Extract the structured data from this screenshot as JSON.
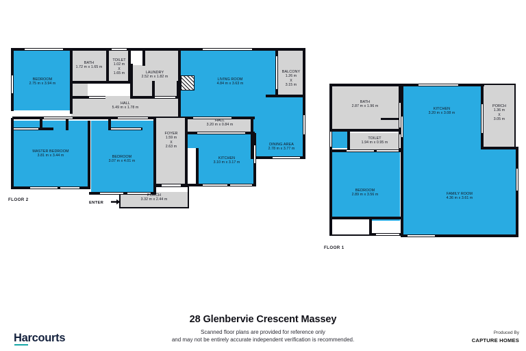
{
  "document": {
    "title": "28 Glenbervie Crescent Massey",
    "disclaimer_line1": "Scanned floor plans are provided for reference only",
    "disclaimer_line2": "and may not be entirely accurate independent verification is recommended."
  },
  "branding": {
    "agency": "Harcourts",
    "produced_by_label": "Produced By",
    "producer": "CAPTURE HOMES",
    "agency_color": "#14213d",
    "agency_accent_color": "#16a6a6"
  },
  "legend": {
    "living_area_color": "#29abe2",
    "service_area_color": "#d4d4d4",
    "wall_color": "#0d0d14"
  },
  "floors": [
    {
      "id": "floor-2",
      "tag": "FLOOR 2",
      "entrance_label": "ENTER",
      "entrance_arrow": "➡",
      "rooms": [
        {
          "name": "BEDROOM",
          "dim": "2.75 m x 3.94 m",
          "type": "living"
        },
        {
          "name": "BATH",
          "dim": "1.72 m x 1.65 m",
          "type": "service"
        },
        {
          "name": "TOILET",
          "dim_w": "1.02 m",
          "dim_sep": "X",
          "dim_h": "1.65 m",
          "type": "service"
        },
        {
          "name": "LAUNDRY",
          "dim": "2.52 m x 1.82 m",
          "type": "service"
        },
        {
          "name": "LIVING ROOM",
          "dim": "4.84 m x 3.63 m",
          "type": "living"
        },
        {
          "name": "BALCONY",
          "dim_w": "1.26 m",
          "dim_sep": "X",
          "dim_h": "3.15 m",
          "type": "service"
        },
        {
          "name": "HALL",
          "dim": "5.49 m x 1.78 m",
          "type": "service"
        },
        {
          "name": "HALL",
          "dim": "3.20 m x 0.84 m",
          "type": "service"
        },
        {
          "name": "MASTER BEDROOM",
          "dim": "3.81 m x 3.44 m",
          "type": "living"
        },
        {
          "name": "BEDROOM",
          "dim": "3.07 m x 4.01 m",
          "type": "living"
        },
        {
          "name": "FOYER",
          "dim_w": "1.59 m",
          "dim_sep": "X",
          "dim_h": "2.63 m",
          "type": "service"
        },
        {
          "name": "KITCHEN",
          "dim": "3.10 m x 3.17 m",
          "type": "living"
        },
        {
          "name": "DINING AREA",
          "dim": "2.78 m x 3.77 m",
          "type": "living"
        },
        {
          "name": "PORCH",
          "dim": "3.32 m x 2.44 m",
          "type": "service"
        }
      ]
    },
    {
      "id": "floor-1",
      "tag": "FLOOR 1",
      "rooms": [
        {
          "name": "BATH",
          "dim": "2.87 m x 1.96 m",
          "type": "service"
        },
        {
          "name": "TOILET",
          "dim": "1.94 m x 0.95 m",
          "type": "service"
        },
        {
          "name": "KITCHEN",
          "dim": "3.20 m x 3.08 m",
          "type": "living"
        },
        {
          "name": "PORCH",
          "dim_w": "1.36 m",
          "dim_sep": "X",
          "dim_h": "3.05 m",
          "type": "service"
        },
        {
          "name": "BEDROOM",
          "dim": "2.89 m x 3.56 m",
          "type": "living"
        },
        {
          "name": "FAMILY ROOM",
          "dim": "4.36 m x 3.61 m",
          "type": "living"
        }
      ]
    }
  ]
}
